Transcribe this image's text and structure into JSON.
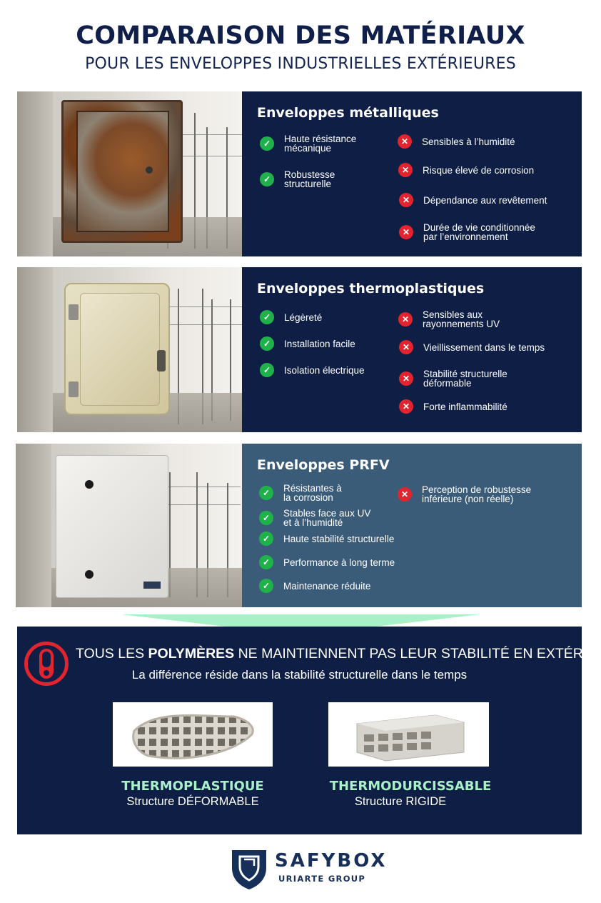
{
  "header": {
    "title": "COMPARAISON DES MATÉRIAUX",
    "subtitle": "POUR LES ENVELOPPES INDUSTRIELLES EXTÉRIEURES"
  },
  "cards": [
    {
      "title": "Enveloppes métalliques",
      "pros": [
        "Haute résistance\nmécanique",
        "Robustesse\nstructurelle"
      ],
      "cons": [
        "Sensibles à l’humidité",
        "Risque élevé de corrosion",
        "Dépendance aux revêtement",
        "Durée de vie conditionnée\npar l’environnement"
      ]
    },
    {
      "title": "Enveloppes thermoplastiques",
      "pros": [
        "Légèreté",
        "Installation facile",
        "Isolation électrique"
      ],
      "cons": [
        "Sensibles aux\nrayonnements UV",
        "Vieillissement dans le temps",
        "Stabilité structurelle\ndéformable",
        "Forte inflammabilité"
      ]
    },
    {
      "title": "Enveloppes PRFV",
      "pros": [
        "Résistantes à\nla corrosion",
        "Stables face aux UV\net à l’humidité",
        "Haute stabilité structurelle",
        "Performance à long terme",
        "Maintenance réduite"
      ],
      "cons": [
        "Perception de robustesse\ninférieure (non réelle)"
      ]
    }
  ],
  "banner": {
    "warning_pre": "TOUS LES ",
    "warning_bold": "POLYMÈRES",
    "warning_post": " NE MAINTIENNENT PAS LEUR STABILITÉ EN EXTÉRIEUR",
    "subtitle": "La différence réside dans la stabilité structurelle dans le temps",
    "materials": [
      {
        "label": "THERMOPLASTIQUE",
        "sub": "Structure DÉFORMABLE"
      },
      {
        "label": "THERMODURCISSABLE",
        "sub": "Structure RIGIDE"
      }
    ]
  },
  "logo": {
    "name": "SAFYBOX",
    "group": "URIARTE GROUP"
  },
  "colors": {
    "navy": "#0e1e44",
    "steel_blue": "#3b5c79",
    "check_green": "#1fb24a",
    "cross_red": "#e1242d",
    "mint": "#a8f0c8"
  },
  "icons": {
    "pro": "check-circle-icon",
    "con": "cross-circle-icon",
    "alert": "exclamation-circle-icon"
  }
}
